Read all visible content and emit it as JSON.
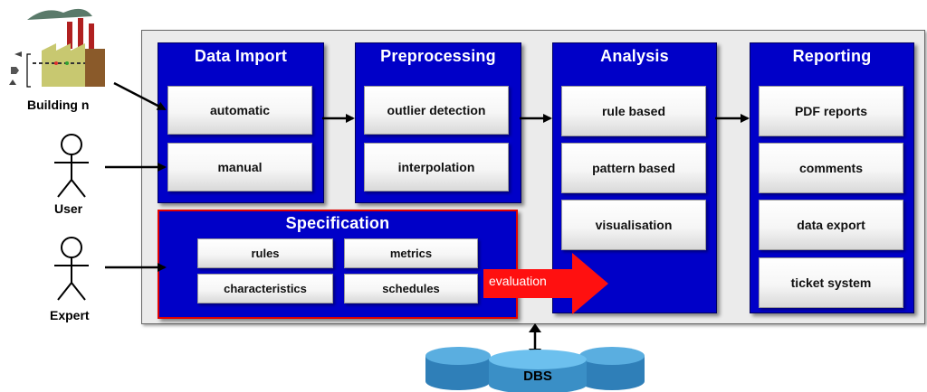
{
  "actors": {
    "building": "Building n",
    "user": "User",
    "expert": "Expert"
  },
  "columns": {
    "import": {
      "title": "Data Import",
      "items": [
        "automatic",
        "manual"
      ]
    },
    "preprocessing": {
      "title": "Preprocessing",
      "items": [
        "outlier detection",
        "interpolation"
      ]
    },
    "analysis": {
      "title": "Analysis",
      "items": [
        "rule based",
        "pattern based",
        "visualisation"
      ]
    },
    "reporting": {
      "title": "Reporting",
      "items": [
        "PDF reports",
        "comments",
        "data export",
        "ticket system"
      ]
    }
  },
  "specification": {
    "title": "Specification",
    "items": [
      "rules",
      "metrics",
      "characteristics",
      "schedules"
    ]
  },
  "evaluation_label": "evaluation",
  "database_label": "DBS",
  "colors": {
    "module_blue": "#0000c8",
    "specification_border": "#e00000",
    "evaluation_arrow": "#ff1010",
    "database": "#3a8fc6",
    "panel": "#ebebeb"
  }
}
